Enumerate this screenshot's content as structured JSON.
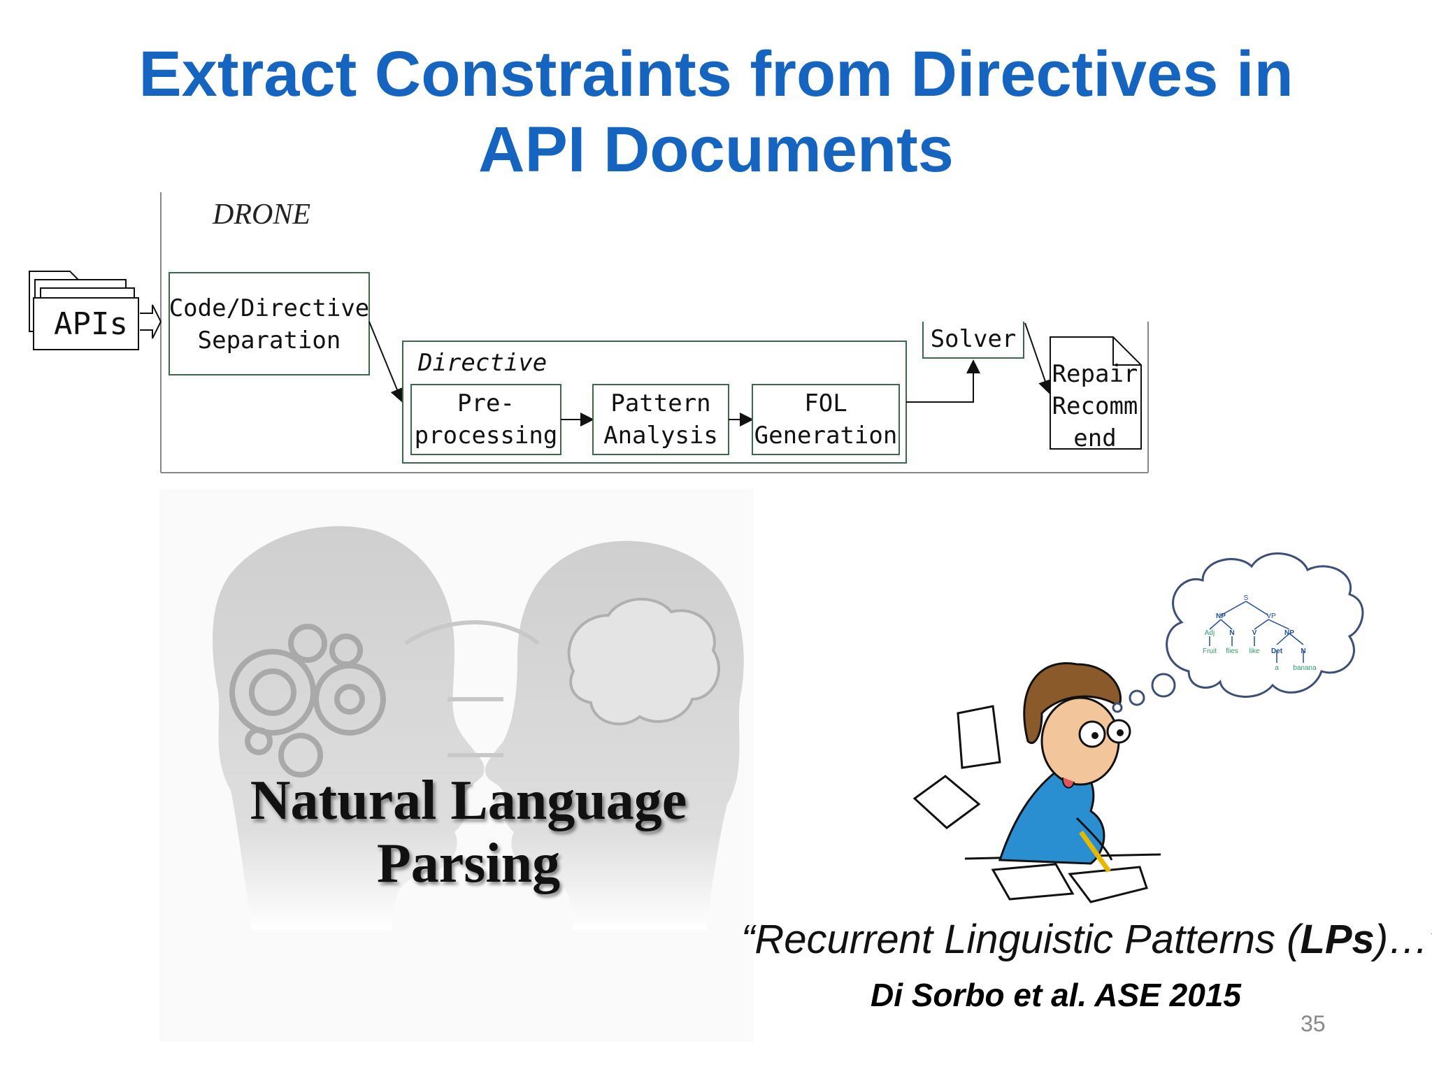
{
  "slide": {
    "title_line1": "Extract Constraints from Directives in",
    "title_line2": "API Documents",
    "page_number": "35"
  },
  "diagram": {
    "frame_label": "DRONE",
    "input_label": "APIs",
    "separation_line1": "Code/Directive",
    "separation_line2": "Separation",
    "directive_group_label": "Directive",
    "preprocessing_line1": "Pre-",
    "preprocessing_line2": "processing",
    "pattern_line1": "Pattern",
    "pattern_line2": "Analysis",
    "fol_line1": "FOL",
    "fol_line2": "Generation",
    "solver_label": "Solver",
    "repair_line1": "Repair",
    "repair_line2": "Recomm",
    "repair_line3": "end"
  },
  "nlp_image": {
    "caption_line1": "Natural Language",
    "caption_line2": "Parsing"
  },
  "parse_tree": {
    "root": "S",
    "np": "NP",
    "vp": "VP",
    "adj": "Adj",
    "n1": "N",
    "v": "V",
    "np2": "NP",
    "det": "Det",
    "n2": "N",
    "w_fruit": "Fruit",
    "w_flies": "flies",
    "w_like": "like",
    "w_a": "a",
    "w_banana": "banana"
  },
  "quote": {
    "open": "“Recurrent Linguistic Patterns (",
    "bold": "LPs",
    "close": ")…”",
    "citation": "Di Sorbo et al. ASE 2015"
  },
  "colors": {
    "title_blue": "#1565c0",
    "diagram_green": "#3a6a4a",
    "tree_blue": "#1f4e9e",
    "tree_green": "#2e9a6a"
  }
}
